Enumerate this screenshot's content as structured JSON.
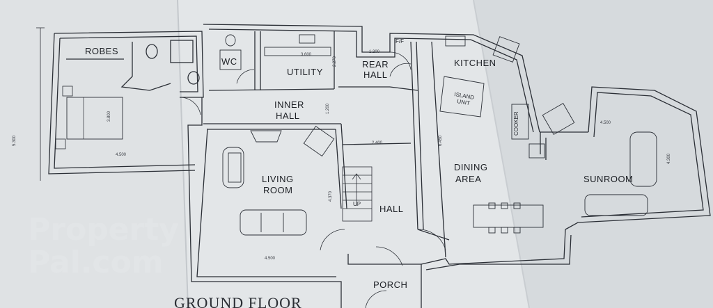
{
  "plan": {
    "title": "GROUND FLOOR",
    "rooms": {
      "robes": "ROBES",
      "wc": "WC",
      "utility": "UTILITY",
      "rear_hall_1": "REAR",
      "rear_hall_2": "HALL",
      "ff": "F/F",
      "kitchen": "KITCHEN",
      "island_1": "ISLAND",
      "island_2": "UNIT",
      "cooker": "COOKER",
      "inner_hall_1": "INNER",
      "inner_hall_2": "HALL",
      "living_1": "LIVING",
      "living_2": "ROOM",
      "stairs_up": "UP",
      "hall": "HALL",
      "dining_1": "DINING",
      "dining_2": "AREA",
      "sunroom": "SUNROOM",
      "porch": "PORCH"
    },
    "dimensions": {
      "bedroom_w": "4.500",
      "bedroom_h": "3.800",
      "outer_h": "5.300",
      "utility_w": "3.600",
      "utility_h": "2.270",
      "rear_hall_w": "1.200",
      "inner_hall_h": "1.200",
      "hall_w": "2.400",
      "living_w": "4.500",
      "living_h": "4.370",
      "kitchen_h": "6.450",
      "sunroom_w": "4.500",
      "sunroom_h": "4.300"
    },
    "watermark": {
      "line1": "Property",
      "line2": "Pal.com"
    }
  },
  "colors": {
    "paper": "#dfe2e5",
    "ink": "#2b2f36",
    "shadow": "#b9bec3"
  }
}
